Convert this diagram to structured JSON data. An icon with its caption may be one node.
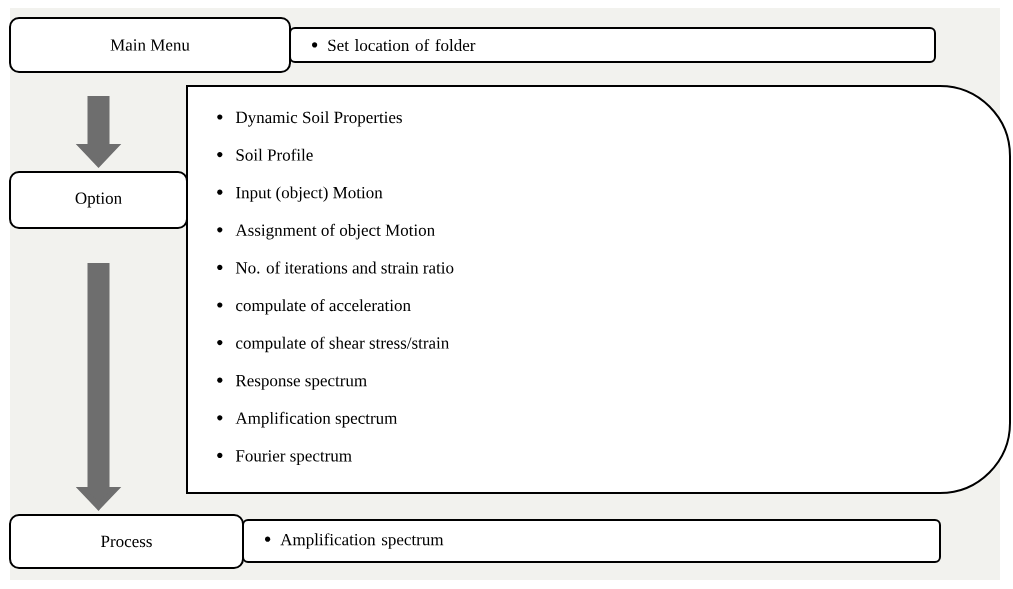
{
  "diagram": {
    "nodes": [
      {
        "text": [
          "Main Menu"
        ]
      },
      {
        "text": [
          "Set location of folder"
        ]
      },
      {
        "text": [
          "Option"
        ]
      },
      {
        "text": [
          "Dynamic Soil Properties",
          "Soil Profile",
          "Input (object) Motion",
          "Assignment of object Motion",
          "No. of iterations and strain ratio",
          "compulate of acceleration",
          "compulate of shear stress/strain",
          "Response spectrum",
          "Amplification spectrum",
          "Fourier spectrum"
        ]
      },
      {
        "text": [
          "Process"
        ]
      },
      {
        "text": [
          "Amplification spectrum"
        ]
      }
    ],
    "edges": [
      {
        "from": 0,
        "to": 2,
        "arrow": "to"
      },
      {
        "from": 2,
        "to": 4,
        "arrow": "to"
      }
    ]
  }
}
